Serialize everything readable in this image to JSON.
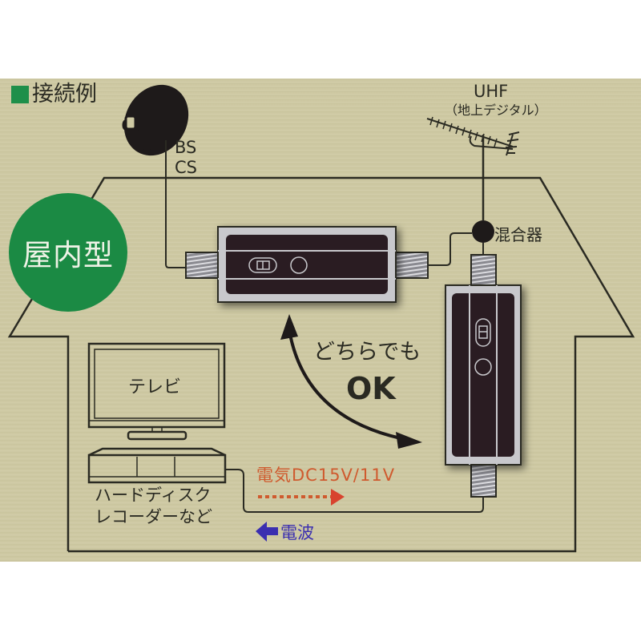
{
  "title": "接続例",
  "colors": {
    "background": "#cfcaa4",
    "line": "#2a2a22",
    "title_square": "#1e8f4a",
    "indoor_badge": "#1b8a44",
    "power_arrow": "#cf5a2e",
    "wave_arrow": "#3b2fb0",
    "amp_body": "#2a1f20",
    "amp_frame": "#c8c8cc"
  },
  "satellite": {
    "icon": "satellite-dish-icon",
    "label_line1": "BS",
    "label_line2": "CS"
  },
  "uhf_antenna": {
    "icon": "uhf-antenna-icon",
    "label": "UHF",
    "sublabel": "（地上デジタル）"
  },
  "mixer": {
    "label": "混合器"
  },
  "indoor_badge": {
    "label": "屋内型"
  },
  "orientation_note": {
    "line1": "どちらでも",
    "line2": "OK"
  },
  "tv": {
    "label": "テレビ"
  },
  "recorder": {
    "label_line1": "ハードディスク",
    "label_line2": "レコーダーなど"
  },
  "power_flow": {
    "label": "電気DC15V/11V",
    "direction": "right"
  },
  "signal_flow": {
    "label": "電波",
    "direction": "left"
  }
}
